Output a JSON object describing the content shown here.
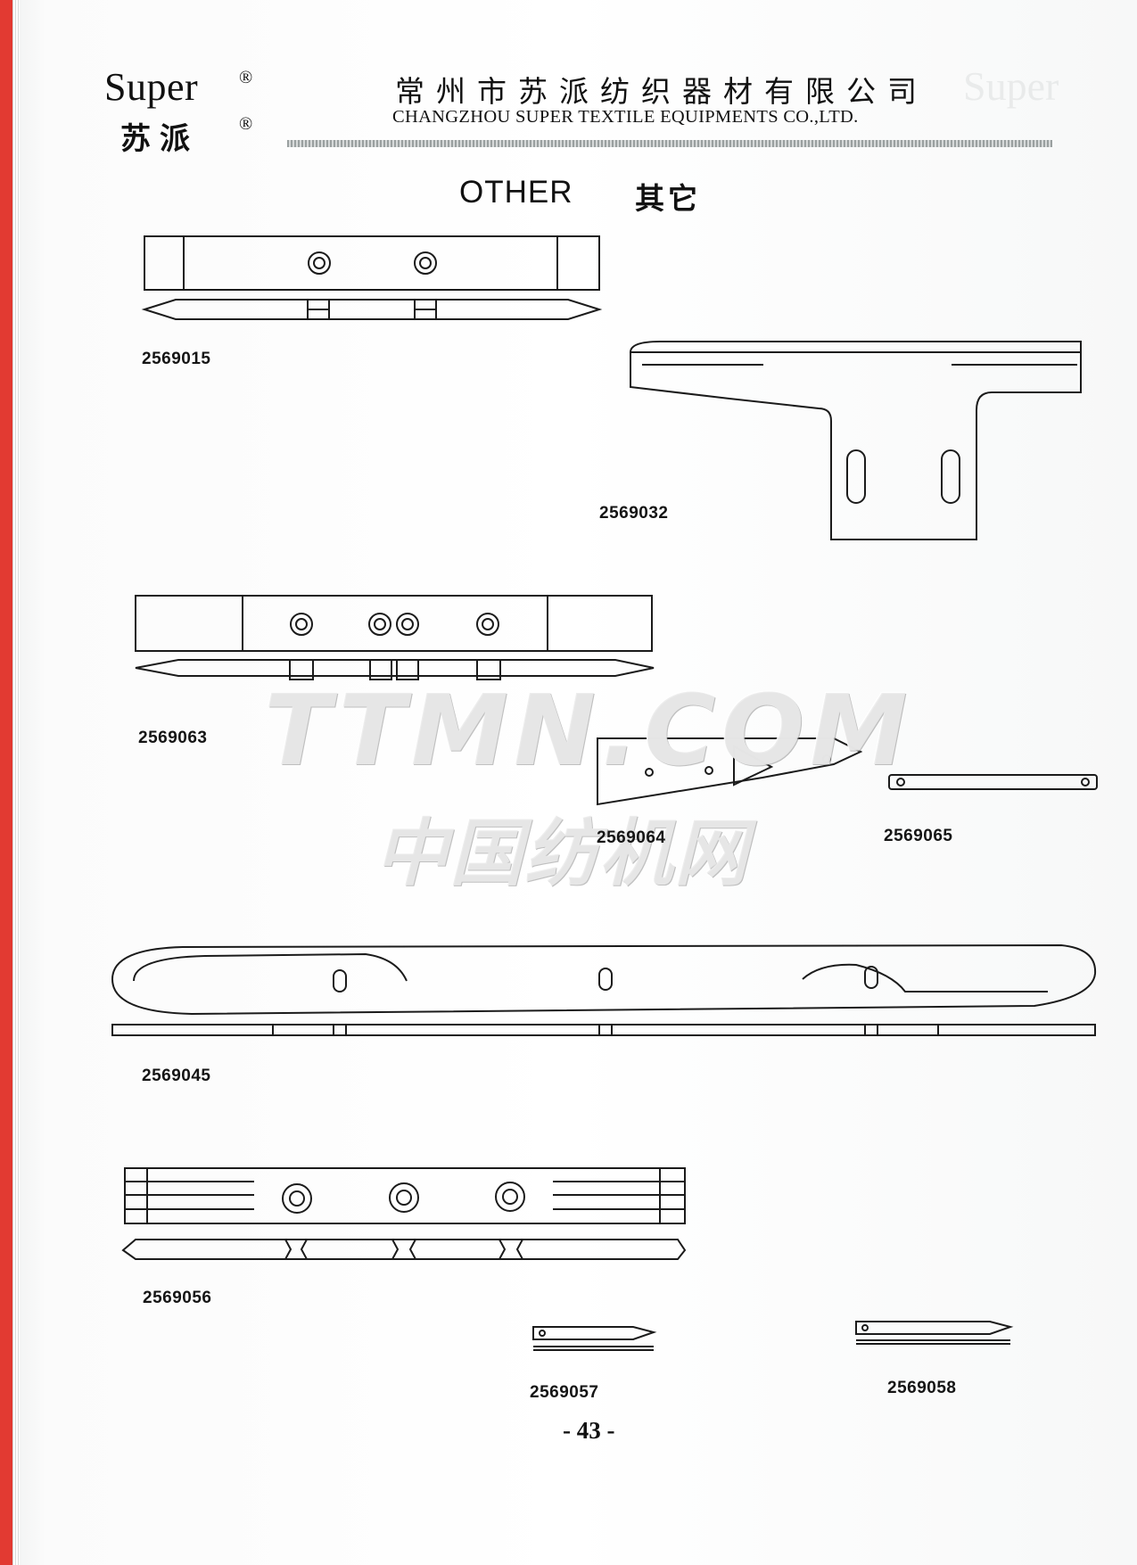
{
  "header": {
    "brand_en": "Super",
    "brand_cn": "苏派",
    "reg_mark": "®",
    "company_cn": "常州市苏派纺织器材有限公司",
    "company_en": "CHANGZHOU SUPER TEXTILE EQUIPMENTS CO.,LTD."
  },
  "section": {
    "title_en": "OTHER",
    "title_cn": "其它"
  },
  "parts": [
    {
      "code": "2569015"
    },
    {
      "code": "2569032"
    },
    {
      "code": "2569063"
    },
    {
      "code": "2569064"
    },
    {
      "code": "2569065"
    },
    {
      "code": "2569045"
    },
    {
      "code": "2569056"
    },
    {
      "code": "2569057"
    },
    {
      "code": "2569058"
    }
  ],
  "watermark": {
    "en": "TTMN.COM",
    "cn": "中国纺机网"
  },
  "footer": {
    "page_number": "- 43 -"
  },
  "colors": {
    "ink": "#111111",
    "edge_red": "#e23a32",
    "paper": "#ffffff"
  }
}
